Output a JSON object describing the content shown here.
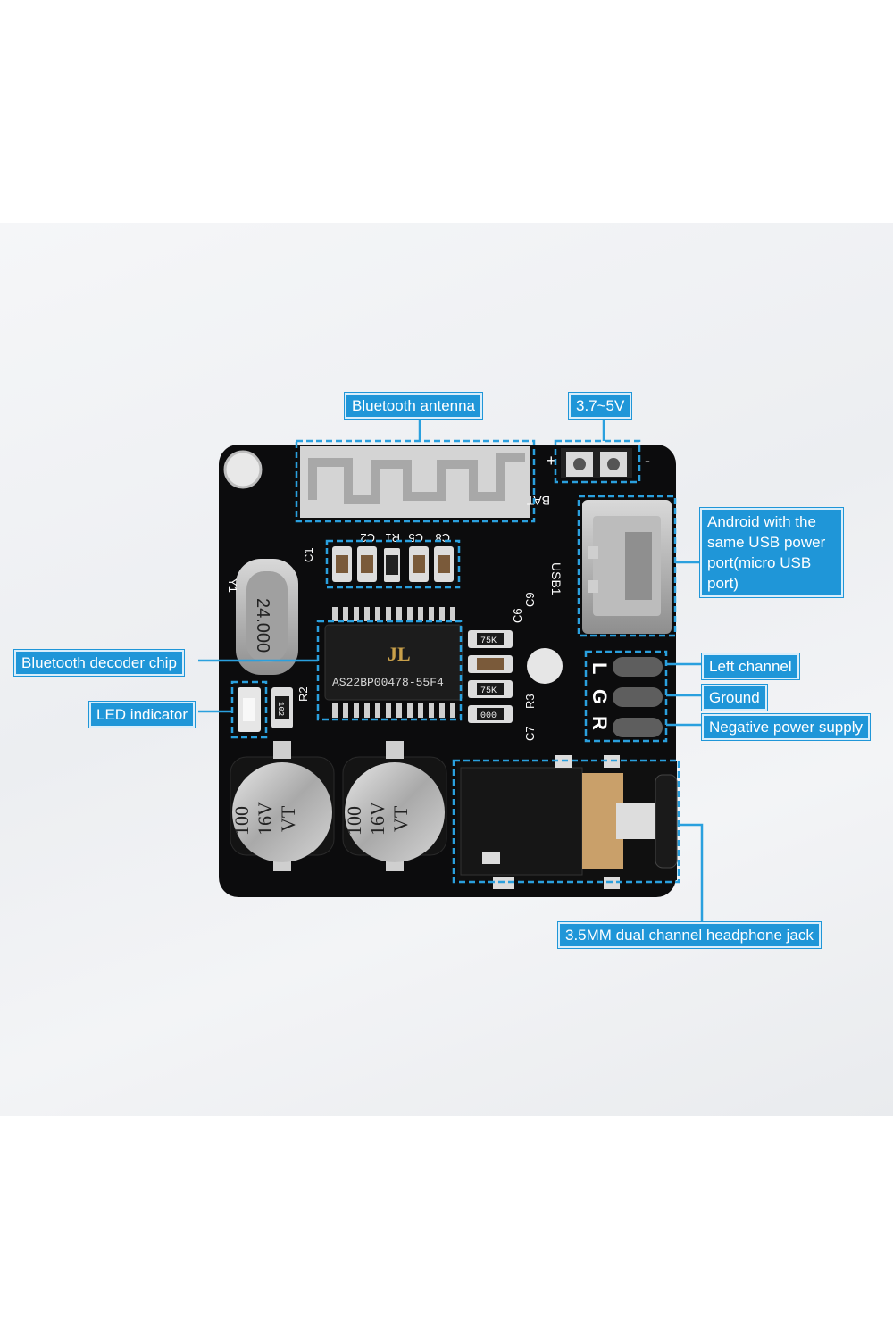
{
  "labels": {
    "bluetooth_antenna": "Bluetooth antenna",
    "voltage": "3.7~5V",
    "usb_port": "Android with the same USB power port(micro USB port)",
    "decoder_chip": "Bluetooth decoder chip",
    "led_indicator": "LED indicator",
    "left_channel": "Left channel",
    "ground": "Ground",
    "negative_power": "Negative power supply",
    "headphone_jack": "3.5MM dual channel headphone jack"
  },
  "board_markings": {
    "chip_brand": "JL",
    "chip_text": "AS22BP00478-55F4",
    "crystal": "24.000",
    "cap_left": [
      "100",
      "16V",
      "VT"
    ],
    "cap_right": [
      "100",
      "16V",
      "VT"
    ],
    "bat": "BAT",
    "usb": "USB1",
    "pin_l": "L",
    "pin_g": "G",
    "pin_r": "R",
    "c1": "C1",
    "c2": "C2",
    "r1": "R1",
    "c5": "C5",
    "c8": "C8",
    "c6": "C6",
    "c9": "C9",
    "c7": "C7",
    "r3": "R3",
    "r2": "R2",
    "y1": "Y1",
    "res_75k_a": "75K",
    "res_75k_b": "75K",
    "res_000": "000",
    "res_102": "102",
    "plus": "+",
    "minus": "-"
  },
  "colors": {
    "accent": "#1f96d8",
    "board": "#0c0c0d"
  }
}
